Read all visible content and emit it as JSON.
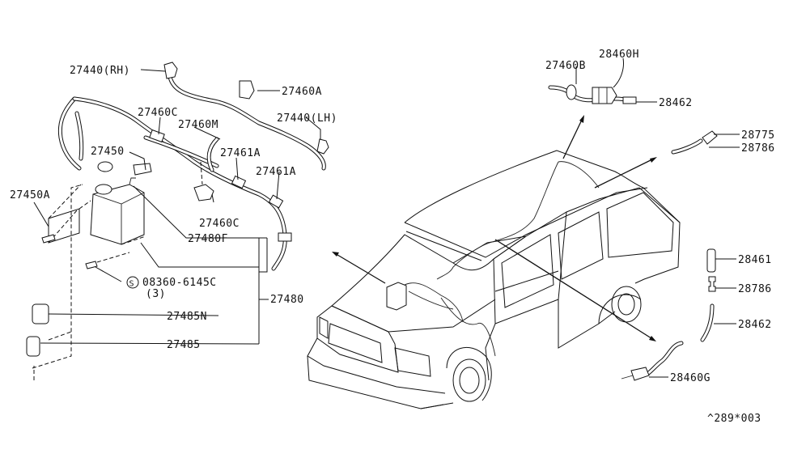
{
  "labels": {
    "p27440rh": "27440(RH)",
    "p27460a": "27460A",
    "p27460c_top": "27460C",
    "p27460m": "27460M",
    "p27440lh": "27440(LH)",
    "p27450": "27450",
    "p27461a_1": "27461A",
    "p27461a_2": "27461A",
    "p27450a": "27450A",
    "p27460c_bot": "27460C",
    "p27480f": "27480F",
    "p08360": "08360-6145C",
    "p08360_qty": "(3)",
    "p27480": "27480",
    "p27485n": "27485N",
    "p27485": "27485",
    "p27460b": "27460B",
    "p28460h": "28460H",
    "p28462_top": "28462",
    "p28775": "28775",
    "p28786_top": "28786",
    "p28461": "28461",
    "p28786_bot": "28786",
    "p28462_bot": "28462",
    "p28460g": "28460G",
    "code": "^289*003"
  },
  "symbols": {
    "screw_symbol": "S"
  }
}
